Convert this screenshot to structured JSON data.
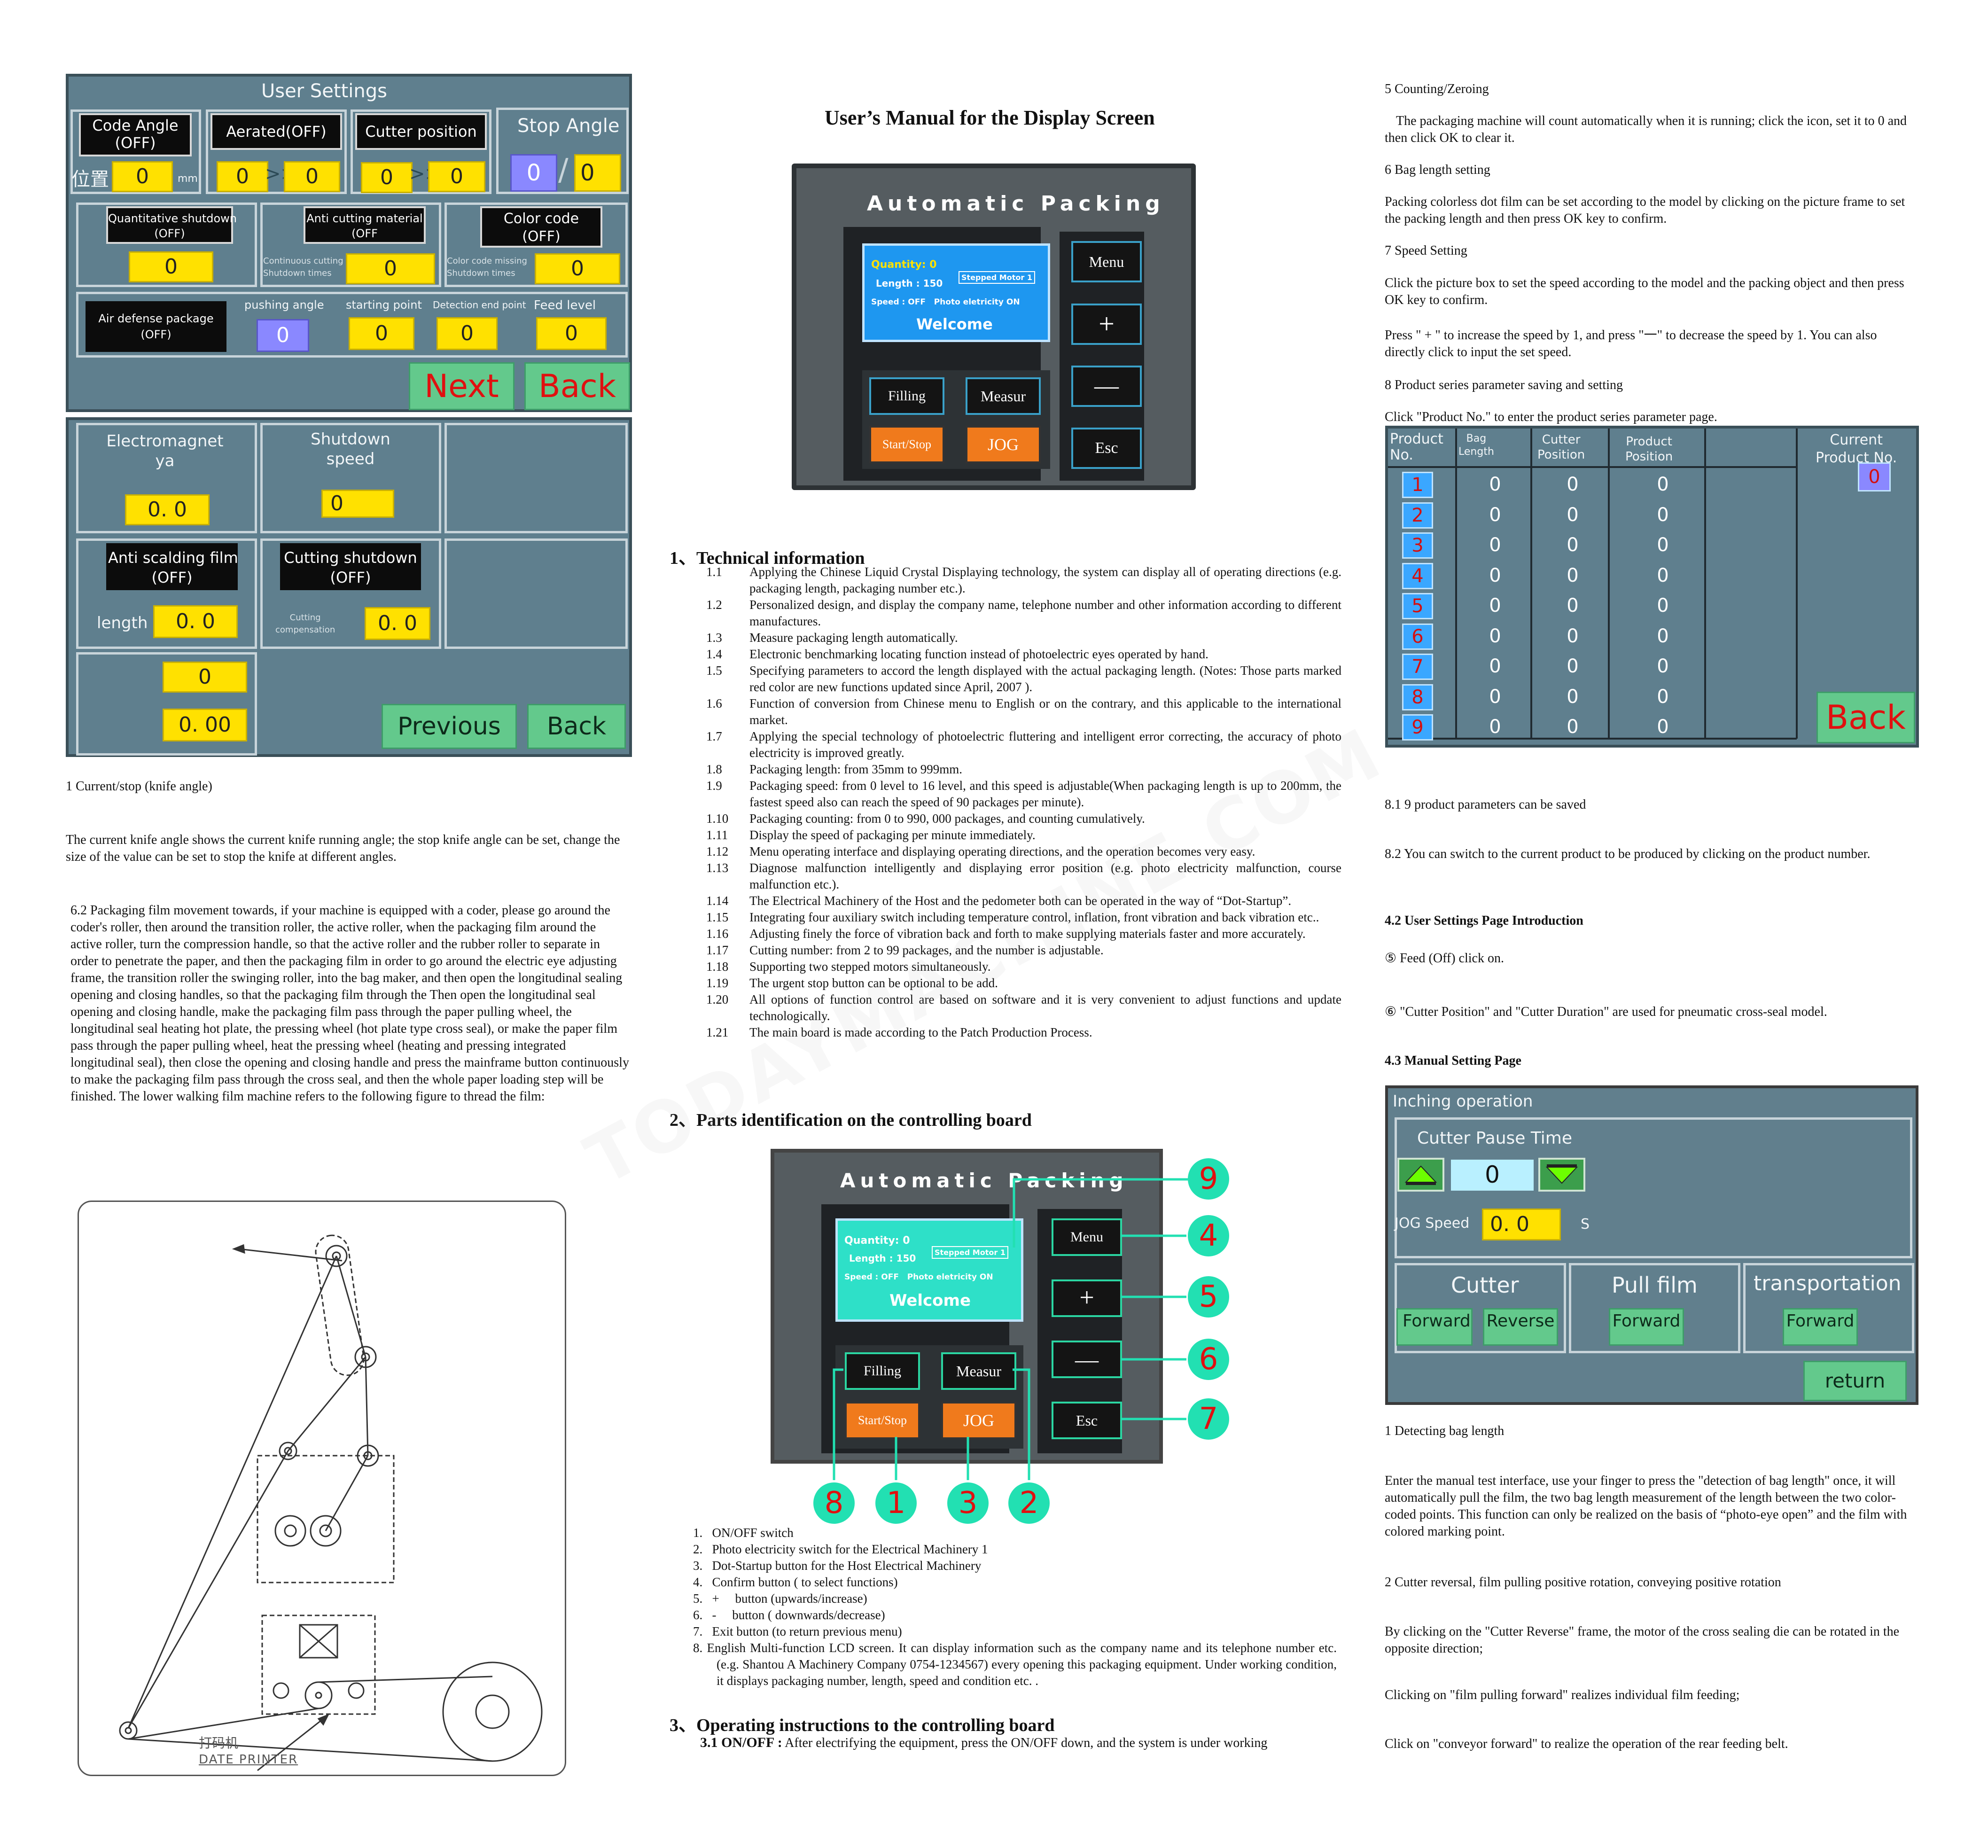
{
  "user_settings": {
    "title": "User Settings",
    "code_angle": "Code Angle\n(OFF)",
    "aerated": "Aerated(OFF)",
    "cutter_position": "Cutter position",
    "stop_angle": "Stop Angle",
    "pos_label": "位置",
    "mm": "mm",
    "v1": "0",
    "v2": "0",
    "v3": "0",
    "v4": "0",
    "v5": "0",
    "v6": "0",
    "v7": "0",
    "arrows": ">>",
    "slash": "/",
    "quant_shutdown": "Quantitative shutdown\n(OFF)",
    "anti_cutting": "Anti cutting material\n(OFF",
    "color_code": "Color code\n(OFF)",
    "cont_cutting": "Continuous cutting\nShutdown times",
    "color_missing": "Color code missing\nShutdown times",
    "q_val": "0",
    "ac_val": "0",
    "cc_val": "0",
    "air_defense": "Air defense package\n(OFF)",
    "pushing_angle": "pushing angle",
    "starting_point": "starting point",
    "detection_end": "Detection end point",
    "feed_level": "Feed level",
    "pa_val": "0",
    "sp_val": "0",
    "de_val": "0",
    "fl_val": "0",
    "next": "Next",
    "back": "Back"
  },
  "settings2": {
    "electromagnet": "Electromagnet\nya",
    "shutdown_speed": "Shutdown\nspeed",
    "em_val": "0. 0",
    "ss_val": "0",
    "anti_scalding": "Anti scalding film\n(OFF)",
    "cutting_shutdown": "Cutting shutdown\n(OFF)",
    "length": "length",
    "len_val": "0. 0",
    "cutting_comp": "Cutting\ncompensation",
    "cc_val": "0. 0",
    "v_a": "0",
    "v_b": "0. 00",
    "previous": "Previous",
    "back": "Back"
  },
  "left_text": {
    "p1": "1 Current/stop (knife angle)",
    "p2": "The current knife angle shows the current knife running angle; the stop knife angle can be set, change the size of the value can be set to stop the knife at different angles.",
    "p3": "6.2 Packaging film movement towards, if your machine is equipped with a coder, please go around the coder's roller, then around the transition roller, the active roller, when the packaging film around the active roller, turn the compression handle, so that the active roller and the rubber roller to separate in order to penetrate the paper, and then the packaging film in order to go around the electric eye adjusting frame, the transition roller the swinging roller, into the bag maker, and then open the longitudinal sealing opening and closing handles, so that the packaging film through the Then open the longitudinal seal opening and closing handle, make the packaging film pass through the paper pulling wheel, the longitudinal seal heating hot plate, the pressing wheel (hot plate type cross seal), or make the paper film pass through the paper pulling wheel, heat the pressing wheel (heating and pressing integrated longitudinal seal), then close the opening and closing handle and press the mainframe button continuously to make the packaging film pass through the cross seal, and then the whole paper loading step will be finished. The lower walking film machine refers to the following figure to thread the film:"
  },
  "diagram": {
    "printer_cn": "打码机",
    "printer_en": "DATE PRINTER"
  },
  "middle": {
    "manual_title": "User’s Manual for the Display Screen",
    "device_title": "Automatic Packing",
    "lcd_quantity": "Quantity: 0",
    "lcd_length": "Length : 150",
    "lcd_motor": "Stepped Motor 1",
    "lcd_speed": "Speed : OFF   Photo eletricity ON",
    "lcd_welcome": "Welcome",
    "btn_menu": "Menu",
    "btn_plus": "+",
    "btn_minus": "—",
    "btn_esc": "Esc",
    "btn_filling": "Filling",
    "btn_measur": "Measur",
    "btn_start": "Start/Stop",
    "btn_jog": "JOG",
    "sec1": "1、Technical information",
    "items": [
      {
        "n": "1.1",
        "t": "Applying the Chinese Liquid Crystal Displaying technology, the system can display all of operating directions (e.g. packaging length, packaging number etc.)."
      },
      {
        "n": "1.2",
        "t": "Personalized design, and display the company name, telephone number and other information according to different manufactures."
      },
      {
        "n": "1.3",
        "t": "Measure packaging length automatically."
      },
      {
        "n": "1.4",
        "t": "Electronic benchmarking locating function instead of photoelectric eyes operated by hand."
      },
      {
        "n": "1.5",
        "t": "Specifying parameters to accord the length displayed with the actual packaging length. (Notes: Those parts marked red color are new functions updated since April, 2007 )."
      },
      {
        "n": "1.6",
        "t": "Function of conversion from Chinese menu to English or on the contrary, and this applicable to the international market."
      },
      {
        "n": "1.7",
        "t": "Applying the special technology of photoelectric fluttering and intelligent error correcting, the accuracy of photo electricity is improved greatly."
      },
      {
        "n": "1.8",
        "t": "Packaging length: from 35mm to 999mm."
      },
      {
        "n": "1.9",
        "t": "Packaging speed: from 0 level to 16 level, and this speed is adjustable(When packaging length is up to 200mm, the fastest speed also can reach the speed of 90 packages per minute)."
      },
      {
        "n": "1.10",
        "t": "Packaging counting: from 0 to 990, 000 packages, and counting cumulatively."
      },
      {
        "n": "1.11",
        "t": "Display the speed of packaging per minute immediately."
      },
      {
        "n": "1.12",
        "t": "Menu operating interface and displaying operating directions, and the operation becomes very easy."
      },
      {
        "n": "1.13",
        "t": "Diagnose malfunction intelligently and displaying error position (e.g. photo electricity malfunction, course malfunction etc.)."
      },
      {
        "n": "1.14",
        "t": "The Electrical Machinery of the Host and the pedometer both can be operated in the way of “Dot-Startup”."
      },
      {
        "n": "1.15",
        "t": "Integrating four auxiliary switch including temperature control, inflation, front vibration and back vibration etc.."
      },
      {
        "n": "1.16",
        "t": "Adjusting finely the force of vibration back and forth to make supplying materials faster and more accurately."
      },
      {
        "n": "1.17",
        "t": "Cutting number: from 2 to 99 packages, and the number is adjustable."
      },
      {
        "n": "1.18",
        "t": "Supporting two stepped motors simultaneously."
      },
      {
        "n": "1.19",
        "t": "The urgent stop button can be optional to be add."
      },
      {
        "n": "1.20",
        "t": "All options of function control are based on software and it is very convenient to adjust functions and update technologically."
      },
      {
        "n": "1.21",
        "t": "The main board is made according to the Patch Production Process."
      }
    ],
    "sec2": "2、Parts identification on the controlling board",
    "callouts": [
      "9",
      "4",
      "5",
      "6",
      "7",
      "8",
      "1",
      "3",
      "2"
    ],
    "parts": [
      "1.   ON/OFF switch",
      "2.   Photo electricity switch for the Electrical Machinery 1",
      "3.   Dot-Startup button for the Host Electrical Machinery",
      "4.   Confirm button ( to select functions)",
      "5.   +     button (upwards/increase)",
      "6.   -     button ( downwards/decrease)",
      "7.   Exit button (to return previous menu)"
    ],
    "part8": "8.   English Multi-function LCD screen. It can display information such as the company name and its telephone number etc.(e.g. Shantou A Machinery Company     0754-1234567) every opening this packaging equipment. Under working condition, it displays packaging number, length, speed and condition etc. .",
    "sec3": "3、Operating instructions to the controlling board",
    "s31_label": "3.1 ON/OFF :",
    "s31_text": "After electrifying the equipment, press the ON/OFF down, and the system is under working"
  },
  "right": {
    "h5": "5 Counting/Zeroing",
    "p5": "The packaging machine will count automatically when it is running; click the icon, set it to 0 and then click OK to clear it.",
    "h6": "6 Bag length setting",
    "p6": "Packing colorless dot film can be set according to the model by clicking on the picture frame to set the packing length and then press OK key to confirm.",
    "h7": "7 Speed Setting",
    "p7a": "Click the picture box to set the speed according to the model and the packing object and then press OK key to confirm.",
    "p7b": "Press \" + \" to increase the speed by 1, and press \"一\" to decrease the speed by 1. You can also directly click to input the set speed.",
    "h8": "8 Product series parameter saving and setting",
    "p8": "Click \"Product No.\" to enter the product series parameter page.",
    "p81": "8.1 9 product parameters can be saved",
    "p82": "8.2 You can switch to the current product to be produced by clicking on the product number.",
    "h42": "4.2 User Settings Page Introduction",
    "p42a": "⑤ Feed (Off) click on.",
    "p42b": "⑥ \"Cutter Position\" and \"Cutter Duration\" are used for pneumatic cross-seal model.",
    "h43": "4.3 Manual Setting Page",
    "pd1": "1 Detecting bag length",
    "pd2": "Enter the manual test interface, use your finger to press the \"detection of bag length\" once, it will automatically pull the film, the two bag length measurement of the length between the two color-coded points. This function can only be realized on the basis of “photo-eye open” and the film with colored marking point.",
    "pd3": "2 Cutter reversal, film pulling positive rotation, conveying positive rotation",
    "pd4": "By clicking on the \"Cutter Reverse\" frame, the motor of the cross sealing die can be rotated in the opposite direction;",
    "pd5": "Clicking on \"film pulling forward\" realizes individual film feeding;",
    "pd6": "Click on \"conveyor forward\" to realize the operation of the rear feeding belt."
  },
  "product_table": {
    "h_product": "Product\nNo.",
    "h_bag": "Bag\nLength",
    "h_cutter": "Cutter\nPosition",
    "h_pp": "Product\nPosition",
    "h_current": "Current\nProduct No.",
    "current_val": "0",
    "rows": [
      [
        "1",
        "0",
        "0",
        "0"
      ],
      [
        "2",
        "0",
        "0",
        "0"
      ],
      [
        "3",
        "0",
        "0",
        "0"
      ],
      [
        "4",
        "0",
        "0",
        "0"
      ],
      [
        "5",
        "0",
        "0",
        "0"
      ],
      [
        "6",
        "0",
        "0",
        "0"
      ],
      [
        "7",
        "0",
        "0",
        "0"
      ],
      [
        "8",
        "0",
        "0",
        "0"
      ],
      [
        "9",
        "0",
        "0",
        "0"
      ]
    ],
    "back": "Back"
  },
  "inching": {
    "title": "Inching operation",
    "cutter_pause": "Cutter Pause Time",
    "pause_val": "0",
    "jog_speed": "JOG  Speed",
    "jog_val": "0. 0",
    "unit": "S",
    "cutter": "Cutter",
    "pull_film": "Pull film",
    "transportation": "transportation",
    "forward1": "Forward",
    "reverse": "Reverse",
    "forward2": "Forward",
    "forward3": "Forward",
    "return": "return"
  },
  "watermark": "TODAYMACHINE.COM",
  "colors": {
    "panel": "#5f7f8e",
    "yellow": "#ffe100",
    "green": "#63c98c",
    "accent_red": "#e01010",
    "callout": "#22e0b2"
  }
}
